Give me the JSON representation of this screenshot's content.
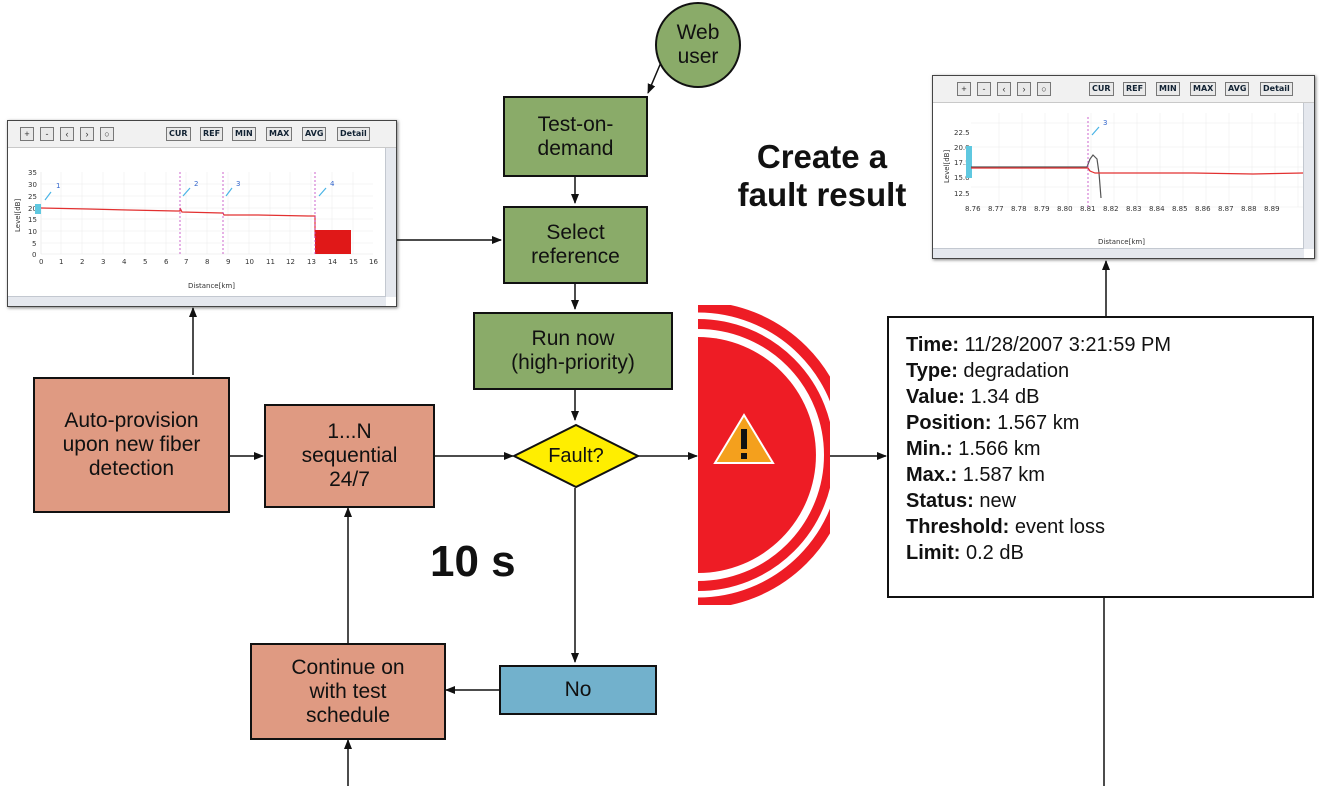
{
  "nodes": {
    "web_user": "Web\nuser",
    "test_on_demand": "Test-on-\ndemand",
    "select_reference": "Select\nreference",
    "run_now": "Run now\n(high-priority)",
    "auto_provision": "Auto-provision\nupon new fiber\ndetection",
    "sequential": "1...N\nsequential\n24/7",
    "fault": "Fault?",
    "no": "No",
    "continue": "Continue on\nwith test\nschedule"
  },
  "labels": {
    "ten_s": "10 s",
    "create_fault": "Create a\nfault result"
  },
  "alarm_icon": "warning-triangle-icon",
  "colors": {
    "green": "#8aab69",
    "salmon": "#df9a82",
    "blue": "#72b1cc",
    "diamond": "#ffee00",
    "alarm_red": "#ee1c25"
  },
  "fault_result": {
    "time_label": "Time:",
    "time_value": "11/28/2007 3:21:59 PM",
    "type_label": "Type:",
    "type_value": "degradation",
    "value_label": "Value:",
    "value_value": "1.34 dB",
    "position_label": "Position:",
    "position_value": "1.567 km",
    "min_label": "Min.:",
    "min_value": "1.566 km",
    "max_label": "Max.:",
    "max_value": "1.587 km",
    "status_label": "Status:",
    "status_value": "new",
    "threshold_label": "Threshold:",
    "threshold_value": "event loss",
    "limit_label": "Limit:",
    "limit_value": "0.2 dB"
  },
  "left_trace": {
    "toggles": [
      "CUR",
      "REF",
      "MIN",
      "MAX",
      "AVG",
      "Detail"
    ],
    "ylabel": "Level[dB]",
    "xlabel": "Distance[km]",
    "yticks": [
      "35",
      "30",
      "25",
      "20",
      "15",
      "10",
      "5",
      "0"
    ],
    "xticks": [
      "0",
      "1",
      "2",
      "3",
      "4",
      "5",
      "6",
      "7",
      "8",
      "9",
      "10",
      "11",
      "12",
      "13",
      "14",
      "15",
      "16"
    ],
    "markers": [
      "1",
      "2",
      "3",
      "4"
    ]
  },
  "right_trace": {
    "toggles": [
      "CUR",
      "REF",
      "MIN",
      "MAX",
      "AVG",
      "Detail"
    ],
    "ylabel": "Level[dB]",
    "xlabel": "Distance[km]",
    "yticks": [
      "22.5",
      "20.0",
      "17.5",
      "15.0",
      "12.5"
    ],
    "xticks": [
      "8.76",
      "8.77",
      "8.78",
      "8.79",
      "8.80",
      "8.81",
      "8.82",
      "8.83",
      "8.84",
      "8.85",
      "8.86",
      "8.87",
      "8.88",
      "8.89"
    ],
    "markers": [
      "3"
    ]
  }
}
